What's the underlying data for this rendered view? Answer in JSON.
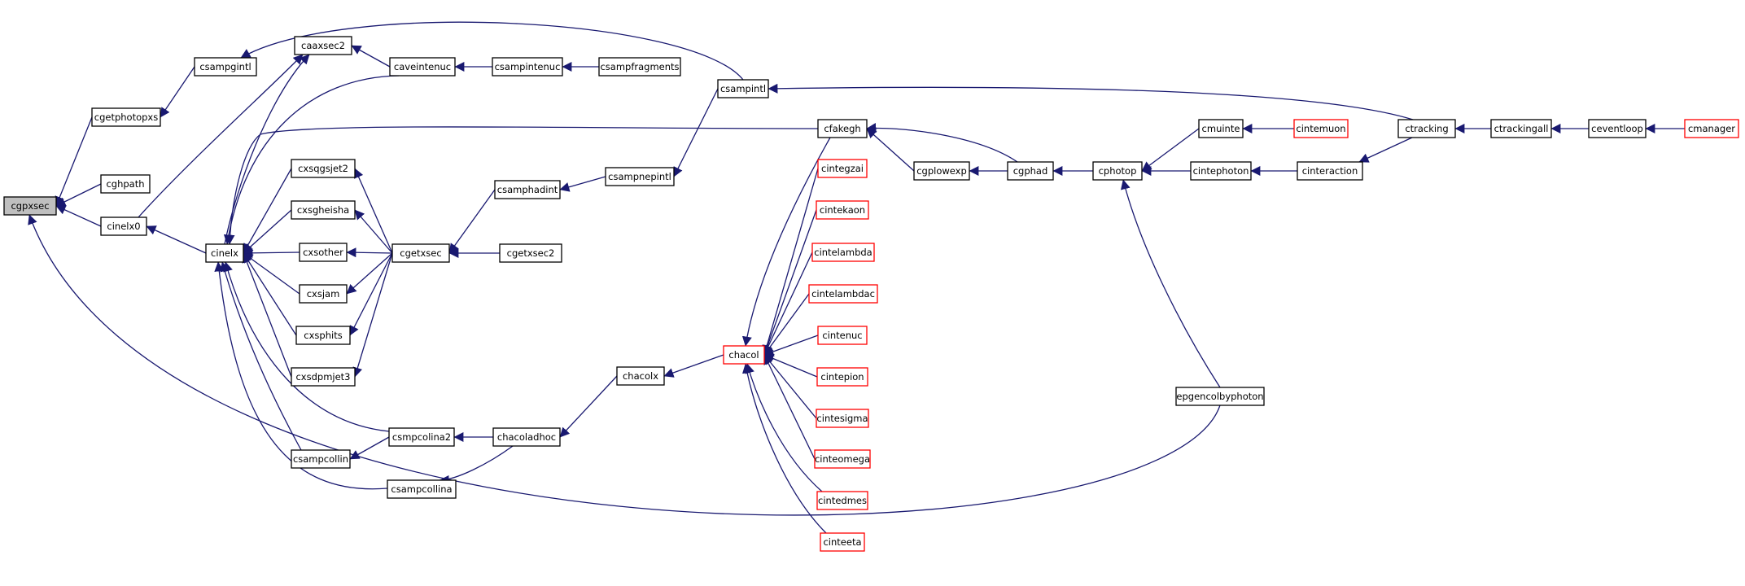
{
  "colors": {
    "edge": "#191970",
    "box_border": "#000000",
    "truncated_border": "#ff0000",
    "root_fill": "#bfbfbf",
    "fill": "#ffffff"
  },
  "nodes": [
    {
      "id": "cgpxsec",
      "label": "cgpxsec",
      "style": "root"
    },
    {
      "id": "cgetphotopxs",
      "label": "cgetphotopxs",
      "style": "normal"
    },
    {
      "id": "cghpath",
      "label": "cghpath",
      "style": "normal"
    },
    {
      "id": "cinelx0",
      "label": "cinelx0",
      "style": "normal"
    },
    {
      "id": "csampgintl",
      "label": "csampgintl",
      "style": "normal"
    },
    {
      "id": "cinelx",
      "label": "cinelx",
      "style": "normal"
    },
    {
      "id": "caaxsec2",
      "label": "caaxsec2",
      "style": "normal"
    },
    {
      "id": "caveintenuc",
      "label": "caveintenuc",
      "style": "normal"
    },
    {
      "id": "csampintenuc",
      "label": "csampintenuc",
      "style": "normal"
    },
    {
      "id": "csampfragments",
      "label": "csampfragments",
      "style": "normal"
    },
    {
      "id": "cxsqgsjet2",
      "label": "cxsqgsjet2",
      "style": "normal"
    },
    {
      "id": "cxsgheisha",
      "label": "cxsgheisha",
      "style": "normal"
    },
    {
      "id": "cxsother",
      "label": "cxsother",
      "style": "normal"
    },
    {
      "id": "cxsjam",
      "label": "cxsjam",
      "style": "normal"
    },
    {
      "id": "cxsphits",
      "label": "cxsphits",
      "style": "normal"
    },
    {
      "id": "cxsdpmjet3",
      "label": "cxsdpmjet3",
      "style": "normal"
    },
    {
      "id": "cgetxsec",
      "label": "cgetxsec",
      "style": "normal"
    },
    {
      "id": "cgetxsec2",
      "label": "cgetxsec2",
      "style": "normal"
    },
    {
      "id": "csamphadint",
      "label": "csamphadint",
      "style": "normal"
    },
    {
      "id": "csampnepintl",
      "label": "csampnepintl",
      "style": "normal"
    },
    {
      "id": "csampintl",
      "label": "csampintl",
      "style": "normal"
    },
    {
      "id": "csampcollin",
      "label": "csampcollin",
      "style": "normal"
    },
    {
      "id": "csmpcolina2",
      "label": "csmpcolina2",
      "style": "normal"
    },
    {
      "id": "csampcollina",
      "label": "csampcollina",
      "style": "normal"
    },
    {
      "id": "chacoladhoc",
      "label": "chacoladhoc",
      "style": "normal"
    },
    {
      "id": "chacolx",
      "label": "chacolx",
      "style": "normal"
    },
    {
      "id": "chacol",
      "label": "chacol",
      "style": "truncated"
    },
    {
      "id": "cfakegh",
      "label": "cfakegh",
      "style": "normal"
    },
    {
      "id": "cintegzai",
      "label": "cintegzai",
      "style": "truncated"
    },
    {
      "id": "cintekaon",
      "label": "cintekaon",
      "style": "truncated"
    },
    {
      "id": "cintelambda",
      "label": "cintelambda",
      "style": "truncated"
    },
    {
      "id": "cintelambdac",
      "label": "cintelambdac",
      "style": "truncated"
    },
    {
      "id": "cintenuc",
      "label": "cintenuc",
      "style": "truncated"
    },
    {
      "id": "cintepion",
      "label": "cintepion",
      "style": "truncated"
    },
    {
      "id": "cintesigma",
      "label": "cintesigma",
      "style": "truncated"
    },
    {
      "id": "cinteomega",
      "label": "cinteomega",
      "style": "truncated"
    },
    {
      "id": "cintedmes",
      "label": "cintedmes",
      "style": "truncated"
    },
    {
      "id": "cinteeta",
      "label": "cinteeta",
      "style": "truncated"
    },
    {
      "id": "cgplowexp",
      "label": "cgplowexp",
      "style": "normal"
    },
    {
      "id": "cgphad",
      "label": "cgphad",
      "style": "normal"
    },
    {
      "id": "cphotop",
      "label": "cphotop",
      "style": "normal"
    },
    {
      "id": "cmuinte",
      "label": "cmuinte",
      "style": "normal"
    },
    {
      "id": "cintemuon",
      "label": "cintemuon",
      "style": "truncated"
    },
    {
      "id": "cintephoton",
      "label": "cintephoton",
      "style": "normal"
    },
    {
      "id": "cinteraction",
      "label": "cinteraction",
      "style": "normal"
    },
    {
      "id": "ctracking",
      "label": "ctracking",
      "style": "normal"
    },
    {
      "id": "ctrackingall",
      "label": "ctrackingall",
      "style": "normal"
    },
    {
      "id": "ceventloop",
      "label": "ceventloop",
      "style": "normal"
    },
    {
      "id": "cmanager",
      "label": "cmanager",
      "style": "truncated"
    },
    {
      "id": "epgencolbyphoton",
      "label": "epgencolbyphoton",
      "style": "normal"
    }
  ],
  "edges": [
    [
      "cgetphotopxs",
      "cgpxsec"
    ],
    [
      "cghpath",
      "cgpxsec"
    ],
    [
      "cinelx0",
      "cgpxsec"
    ],
    [
      "epgencolbyphoton",
      "cgpxsec"
    ],
    [
      "csampgintl",
      "cgetphotopxs"
    ],
    [
      "csampintl",
      "csampgintl"
    ],
    [
      "cinelx",
      "cinelx0"
    ],
    [
      "cinelx0",
      "caaxsec2"
    ],
    [
      "cinelx",
      "caaxsec2"
    ],
    [
      "caveintenuc",
      "caaxsec2"
    ],
    [
      "csampintenuc",
      "caveintenuc"
    ],
    [
      "csampfragments",
      "csampintenuc"
    ],
    [
      "caveintenuc",
      "cinelx"
    ],
    [
      "cfakegh",
      "cinelx"
    ],
    [
      "cxsqgsjet2",
      "cinelx"
    ],
    [
      "cxsgheisha",
      "cinelx"
    ],
    [
      "cxsother",
      "cinelx"
    ],
    [
      "cxsjam",
      "cinelx"
    ],
    [
      "cxsphits",
      "cinelx"
    ],
    [
      "cxsdpmjet3",
      "cinelx"
    ],
    [
      "csampcollin",
      "cinelx"
    ],
    [
      "csmpcolina2",
      "cinelx"
    ],
    [
      "csampcollina",
      "cinelx"
    ],
    [
      "cgetxsec",
      "cxsqgsjet2"
    ],
    [
      "cgetxsec",
      "cxsgheisha"
    ],
    [
      "cgetxsec",
      "cxsother"
    ],
    [
      "cgetxsec",
      "cxsjam"
    ],
    [
      "cgetxsec",
      "cxsphits"
    ],
    [
      "cgetxsec",
      "cxsdpmjet3"
    ],
    [
      "csamphadint",
      "cgetxsec"
    ],
    [
      "cgetxsec2",
      "cgetxsec"
    ],
    [
      "csampnepintl",
      "csamphadint"
    ],
    [
      "csampintl",
      "csampnepintl"
    ],
    [
      "ctracking",
      "csampintl"
    ],
    [
      "csmpcolina2",
      "csampcollin"
    ],
    [
      "chacoladhoc",
      "csmpcolina2"
    ],
    [
      "chacoladhoc",
      "csampcollina"
    ],
    [
      "chacolx",
      "chacoladhoc"
    ],
    [
      "chacol",
      "chacolx"
    ],
    [
      "cfakegh",
      "chacol"
    ],
    [
      "cintegzai",
      "chacol"
    ],
    [
      "cintekaon",
      "chacol"
    ],
    [
      "cintelambda",
      "chacol"
    ],
    [
      "cintelambdac",
      "chacol"
    ],
    [
      "cintenuc",
      "chacol"
    ],
    [
      "cintepion",
      "chacol"
    ],
    [
      "cintesigma",
      "chacol"
    ],
    [
      "cinteomega",
      "chacol"
    ],
    [
      "cintedmes",
      "chacol"
    ],
    [
      "cinteeta",
      "chacol"
    ],
    [
      "cgplowexp",
      "cfakegh"
    ],
    [
      "cgphad",
      "cfakegh"
    ],
    [
      "cgphad",
      "cgplowexp"
    ],
    [
      "cphotop",
      "cgphad"
    ],
    [
      "cmuinte",
      "cphotop"
    ],
    [
      "cintephoton",
      "cphotop"
    ],
    [
      "epgencolbyphoton",
      "cphotop"
    ],
    [
      "cintemuon",
      "cmuinte"
    ],
    [
      "cinteraction",
      "cintephoton"
    ],
    [
      "ctracking",
      "cinteraction"
    ],
    [
      "ctrackingall",
      "ctracking"
    ],
    [
      "ceventloop",
      "ctrackingall"
    ],
    [
      "cmanager",
      "ceventloop"
    ]
  ]
}
